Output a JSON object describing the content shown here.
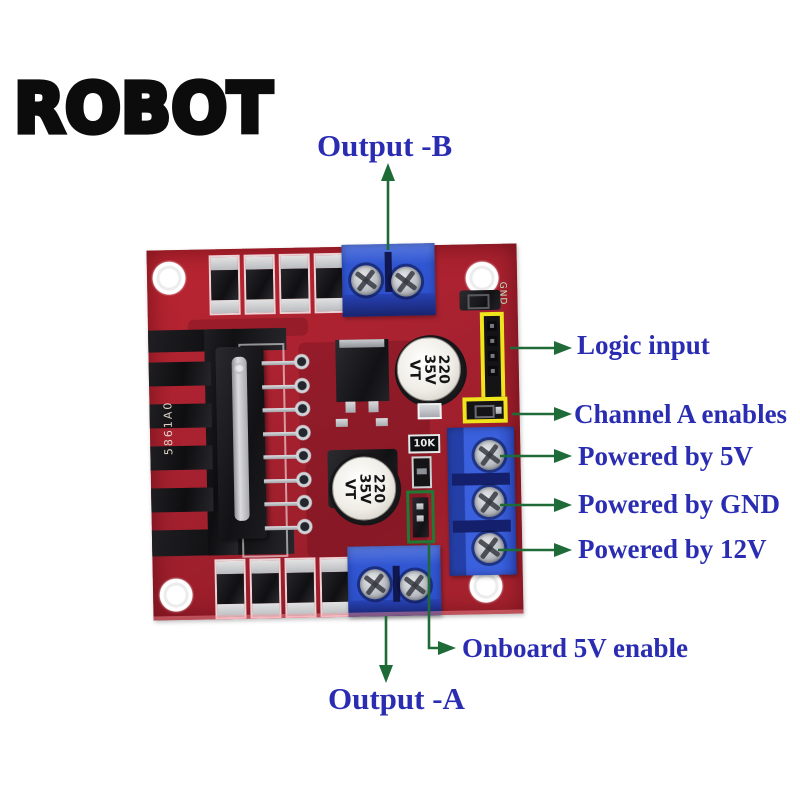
{
  "logo": {
    "text": "ROBOT"
  },
  "annotations": {
    "output_b": {
      "label": "Output -B"
    },
    "logic_input": {
      "label": "Logic input"
    },
    "channel_a": {
      "label": "Channel A enables"
    },
    "powered_5v": {
      "label": "Powered by 5V"
    },
    "powered_gnd": {
      "label": "Powered by GND"
    },
    "powered_12v": {
      "label": "Powered by 12V"
    },
    "onboard_5v": {
      "label": "Onboard 5V enable"
    },
    "output_a": {
      "label": "Output -A"
    }
  },
  "board": {
    "silkscreen_id": "5861A0",
    "edge_label": "GND",
    "capacitor": {
      "line1": "220",
      "line2": "35V",
      "line3": "VT"
    },
    "resistor_marking": "10K"
  },
  "colors": {
    "label_text": "#2a2db2",
    "arrow_green": "#1e6b38",
    "pcb_red": "#a62130",
    "terminal_blue": "#3156d2",
    "highlight_yellow": "#f2e41c",
    "highlight_green": "#1f7a33",
    "logo_black": "#0c0c0c"
  }
}
